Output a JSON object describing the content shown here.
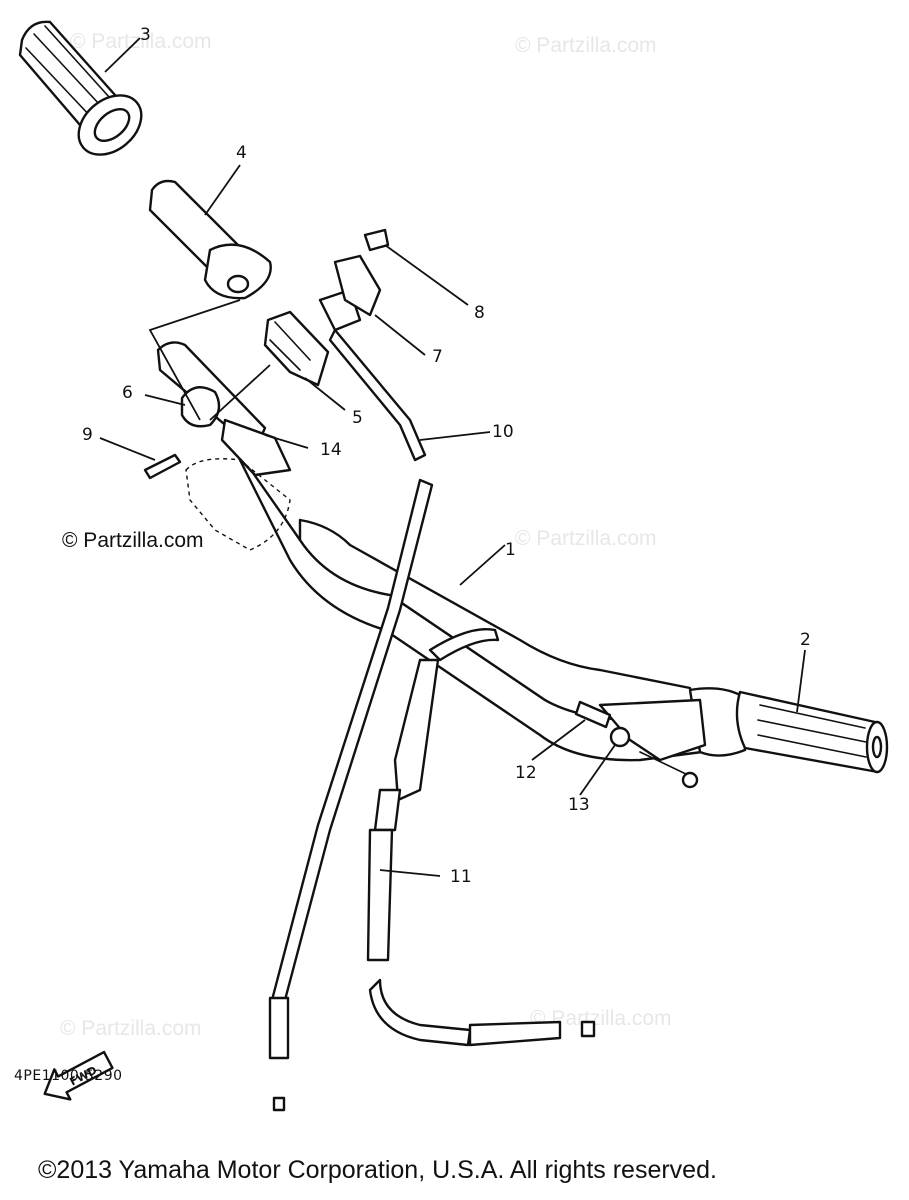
{
  "watermark": "© Partzilla.com",
  "callouts": [
    "1",
    "2",
    "3",
    "4",
    "5",
    "6",
    "7",
    "8",
    "9",
    "10",
    "11",
    "12",
    "13",
    "14"
  ],
  "fwd_label": "FWD",
  "doc_code": "4PE1100-5290",
  "copyright": "©2013  Yamaha Motor Corporation, U.S.A. All rights reserved."
}
